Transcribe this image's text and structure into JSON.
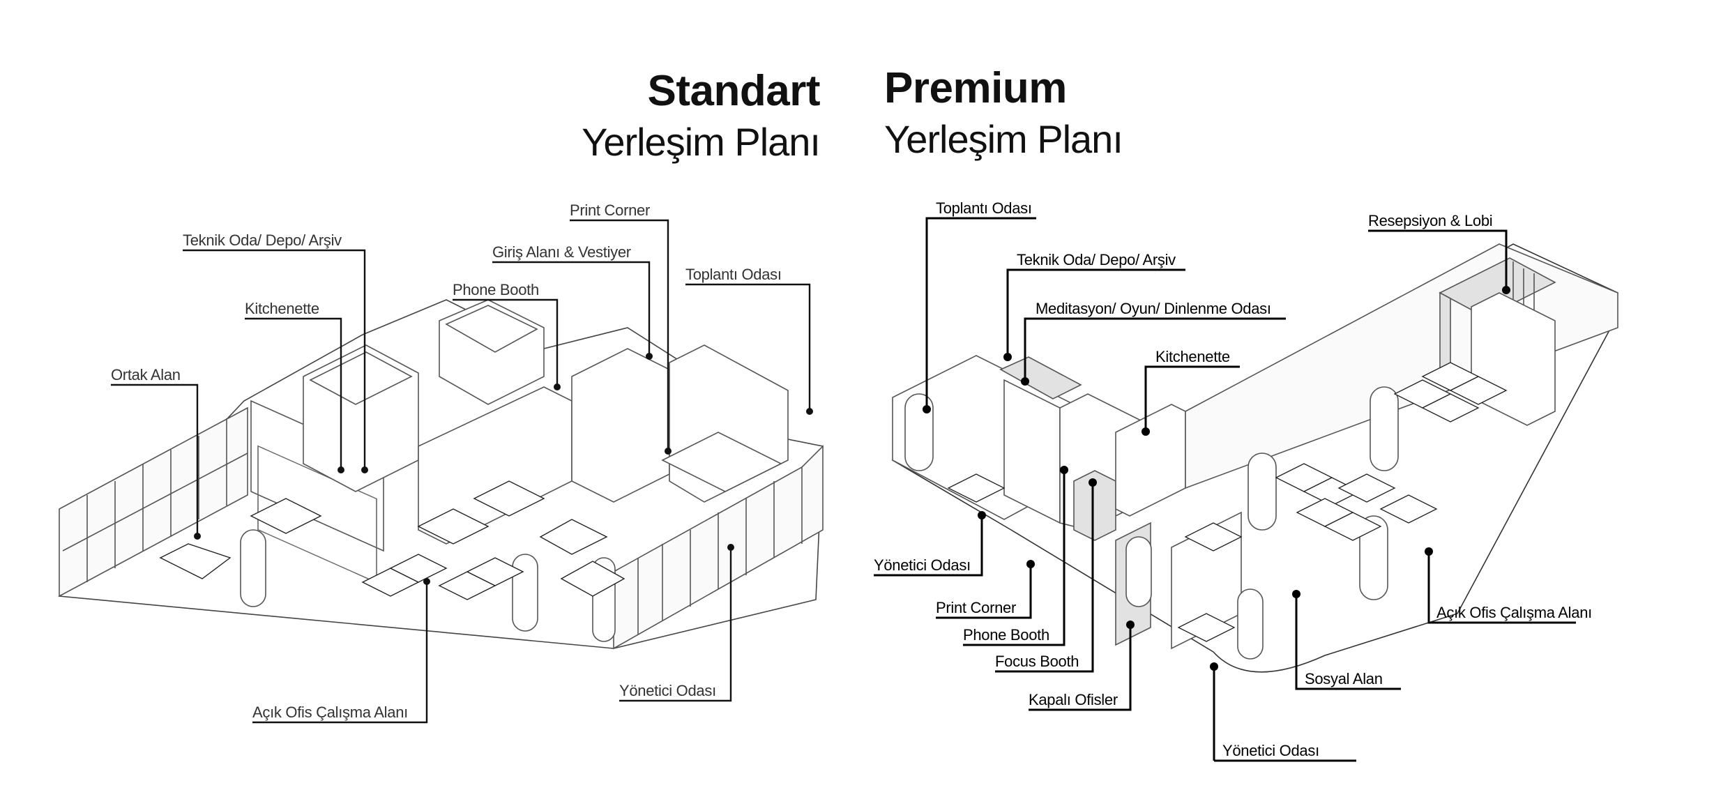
{
  "standart": {
    "title_bold": "Standart",
    "title_sub": "Yerleşim Planı",
    "labels": [
      {
        "text": "Teknik Oda/ Depo/ Arşiv"
      },
      {
        "text": "Kitchenette"
      },
      {
        "text": "Ortak Alan"
      },
      {
        "text": "Phone Booth"
      },
      {
        "text": "Giriş Alanı & Vestiyer"
      },
      {
        "text": "Print Corner"
      },
      {
        "text": "Toplantı Odası"
      },
      {
        "text": "Açık Ofis Çalışma Alanı"
      },
      {
        "text": "Yönetici Odası"
      }
    ]
  },
  "premium": {
    "title_bold": "Premium",
    "title_sub": "Yerleşim Planı",
    "labels": [
      {
        "text": "Toplantı Odası"
      },
      {
        "text": "Teknik Oda/ Depo/ Arşiv"
      },
      {
        "text": "Meditasyon/ Oyun/ Dinlenme Odası"
      },
      {
        "text": "Kitchenette"
      },
      {
        "text": "Resepsiyon & Lobi"
      },
      {
        "text": "Yönetici Odası"
      },
      {
        "text": "Print Corner"
      },
      {
        "text": "Phone Booth"
      },
      {
        "text": "Focus Booth"
      },
      {
        "text": "Kapalı Ofisler"
      },
      {
        "text": "Yönetici Odası"
      },
      {
        "text": "Sosyal Alan"
      },
      {
        "text": "Açık Ofis Çalışma Alanı"
      }
    ]
  },
  "colors": {
    "line": "#111111",
    "wall": "#555555",
    "highlight_fill": "#e2e2e2"
  }
}
